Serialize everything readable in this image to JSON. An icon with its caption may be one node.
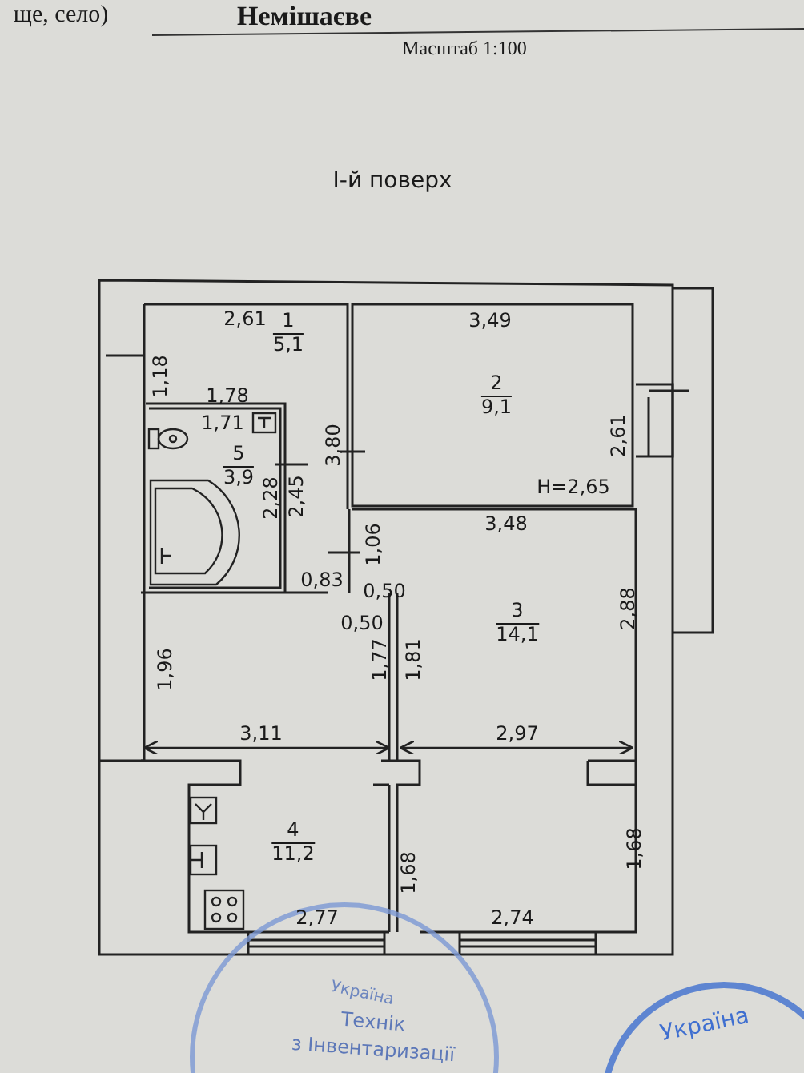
{
  "diagram": {
    "title": "І-й поверх",
    "nodes": [
      {
        "text": [
          "1",
          "5,1"
        ]
      },
      {
        "text": [
          "2",
          "9,1"
        ]
      },
      {
        "text": [
          "5",
          "3,9"
        ]
      },
      {
        "text": [
          "3",
          "14,1"
        ]
      },
      {
        "text": [
          "4",
          "11,2"
        ]
      }
    ],
    "edges": [],
    "labels": [
      "ще, село)",
      "Немішаєве",
      "Масштаб 1:100",
      "2,61",
      "3,49",
      "1,18",
      "1,78",
      "1,71",
      "3,80",
      "2,61",
      "2,28",
      "2,45",
      "H=2,65",
      "3,48",
      "1,06",
      "0,83",
      "0,50",
      "0,50",
      "2,88",
      "1,96",
      "1,77",
      "1,81",
      "3,11",
      "2,97",
      "1,68",
      "1,68",
      "2,77",
      "2,74",
      "Україна",
      "Технік",
      "з Інвентаризації",
      "Україна"
    ]
  }
}
